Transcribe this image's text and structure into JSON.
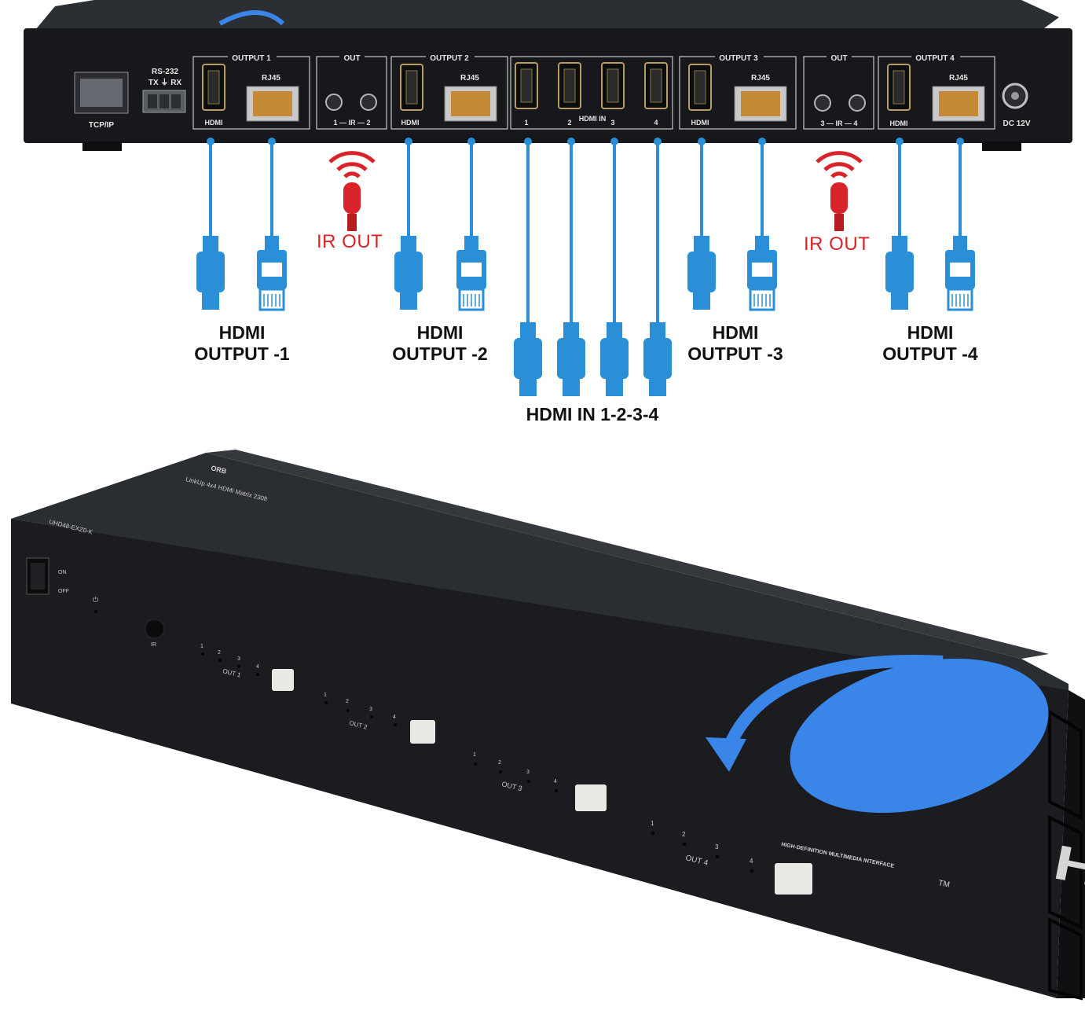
{
  "colors": {
    "accent_blue": "#2a8fd6",
    "ir_red": "#d8232a",
    "device_black": "#16181b",
    "logo_blue": "#3a86e8"
  },
  "rear_panel": {
    "output1_label": "OUTPUT 1",
    "output2_label": "OUTPUT 2",
    "output3_label": "OUTPUT 3",
    "output4_label": "OUTPUT 4",
    "out_label": "OUT",
    "hdmi_label": "HDMI",
    "rj45_label": "RJ45",
    "ir12_label": "1 — IR — 2",
    "ir34_label": "3 — IR — 4",
    "hdmi_in_label": "HDMI IN",
    "in_numbers": [
      "1",
      "2",
      "3",
      "4"
    ],
    "tcpip_label": "TCP/IP",
    "rs232_label": "RS-232",
    "txrx_label": "TX ⏚ RX",
    "dc_label": "DC 12V"
  },
  "captions": {
    "out1_line1": "HDMI",
    "out1_line2": "OUTPUT -1",
    "out2_line1": "HDMI",
    "out2_line2": "OUTPUT -2",
    "out3_line1": "HDMI",
    "out3_line2": "OUTPUT -3",
    "out4_line1": "HDMI",
    "out4_line2": "OUTPUT -4",
    "hdmi_in": "HDMI IN 1-2-3-4",
    "ir_out_left": "IR OUT",
    "ir_out_right": "IR OUT"
  },
  "front_panel": {
    "model": "UHD48-EXZ0-K",
    "product_line": "LinkUp 4x4 HDMI Matrix 230ft",
    "power_on": "ON",
    "power_off": "OFF",
    "ir_label": "IR",
    "out1": "OUT 1",
    "out2": "OUT 2",
    "out3": "OUT 3",
    "out4": "OUT 4",
    "led_numbers": [
      "1",
      "2",
      "3",
      "4"
    ],
    "hdmi_logo": "HDMI",
    "hdmi_tm": "TM",
    "hdmi_tagline": "HIGH-DEFINITION MULTIMEDIA INTERFACE"
  }
}
